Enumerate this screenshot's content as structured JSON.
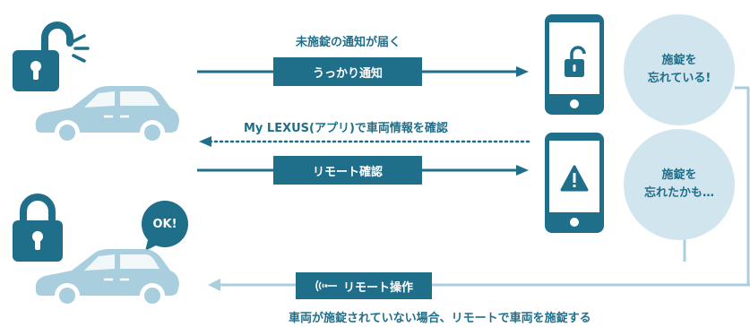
{
  "top_flow": {
    "caption": "未施錠の通知が届く",
    "button_label": "うっかり通知"
  },
  "middle_flow": {
    "caption": "My LEXUS(アプリ)で車両情報を確認",
    "button_label": "リモート確認"
  },
  "bottom_flow": {
    "button_label": "リモート操作",
    "caption": "車両が施錠されていない場合、リモートで車両を施錠する"
  },
  "circle_top": {
    "line1": "施錠を",
    "line2": "忘れている!"
  },
  "circle_middle": {
    "line1": "施錠を",
    "line2": "忘れたかも…"
  },
  "ok_bubble": "OK!",
  "colors": {
    "primary": "#1f6e8a",
    "light_blue": "#a9cfdf",
    "pale_blue": "#d1e5ef",
    "white": "#ffffff"
  },
  "icons": [
    "unlocked-padlock-icon",
    "locked-padlock-icon",
    "car-icon",
    "smartphone-icon",
    "warning-icon",
    "wave-signal-icon"
  ]
}
